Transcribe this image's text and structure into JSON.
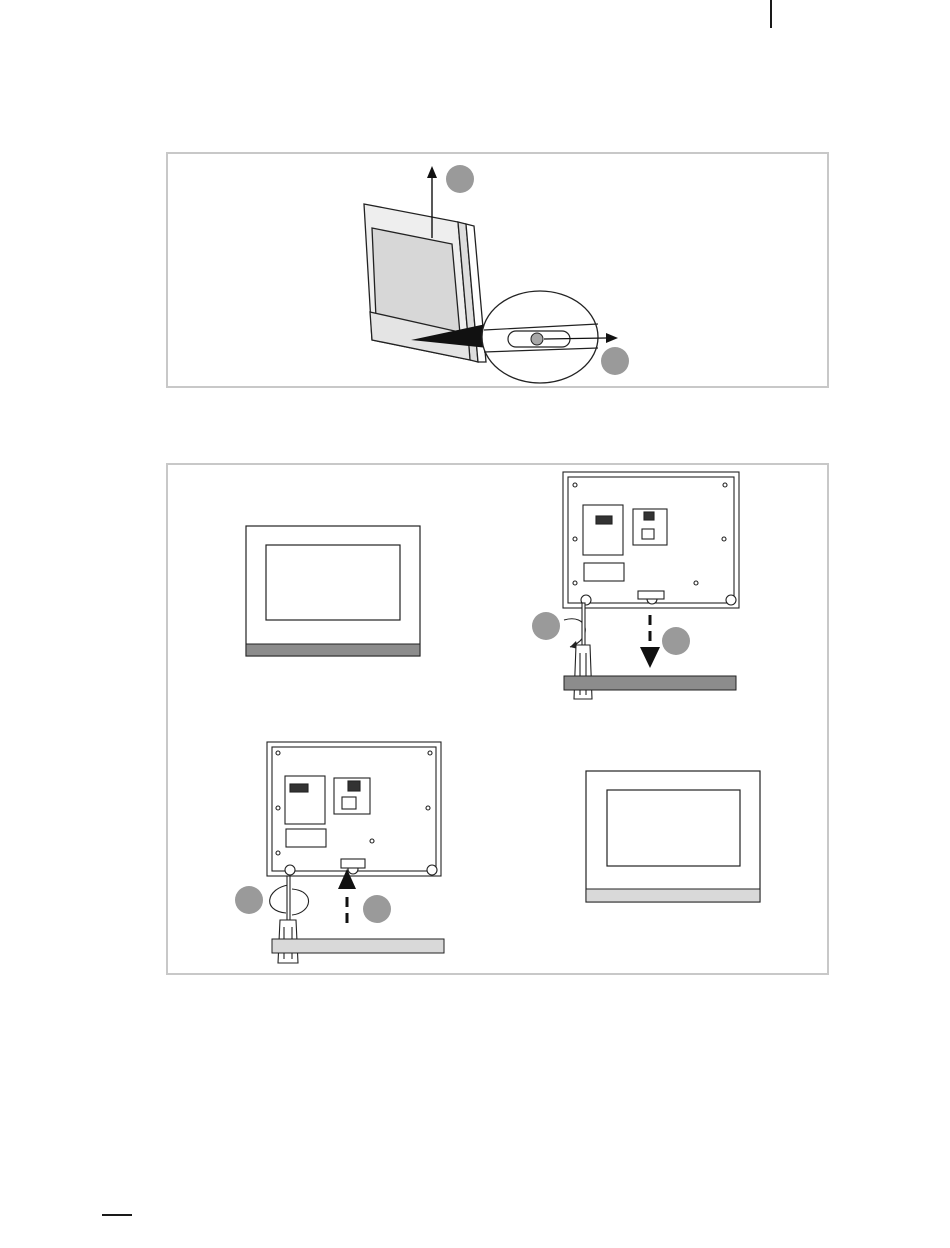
{
  "colors": {
    "rule": "#1a1a1a",
    "frame_border": "#c8c8c8",
    "step_circle": "#9a9a9a",
    "bottom_strip": "#8c8c8c",
    "light_strip": "#d9d9d9",
    "line": "#222222"
  },
  "icons": {
    "screwdriver": "screwdriver-icon",
    "arrow_up": "arrow-up-icon",
    "arrow_down": "arrow-down-icon",
    "rotate": "rotate-arrow-icon",
    "step_marker": "step-marker-icon"
  },
  "figure_1": {
    "panels": [
      "side-view-removal",
      "magnifier-detail-slider"
    ],
    "step_markers": 2
  },
  "figure_2": {
    "panels": [
      "front-panel-top-left",
      "back-plate-unscrew",
      "back-plate-screw",
      "front-panel-bottom-right"
    ],
    "step_markers": 4
  }
}
